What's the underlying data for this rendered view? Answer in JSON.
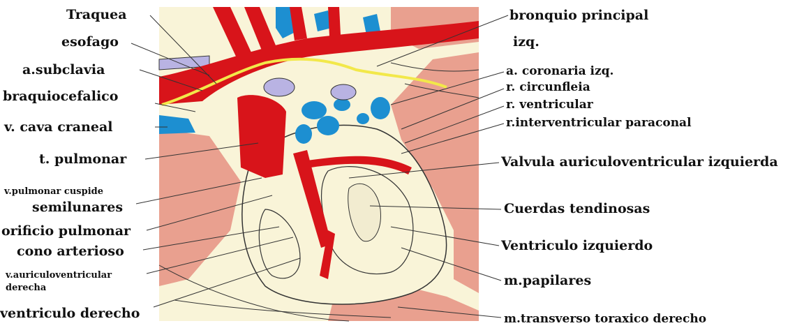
{
  "colors": {
    "artery": "#d8141a",
    "vein": "#1d8fd1",
    "nerve": "#f2e84a",
    "valve": "#b9b3e3",
    "muscle": "#e9a08f",
    "pericardium": "#f9f4d8",
    "line": "#333333"
  },
  "labels_left": {
    "traquea": "Traquea",
    "esofago": "esofago",
    "subclavia": "a.subclavia",
    "braquiocefalico": "braquiocefalico",
    "cava": "v. cava craneal",
    "pulmonar": "t. pulmonar",
    "cuspide": "v.pulmonar cuspide",
    "semilunares": "semilunares",
    "orificio": "orificio pulmonar",
    "cono": "cono arterioso",
    "av_derecha_1": "v.auriculoventricular",
    "av_derecha_2": "derecha",
    "ventriculo_derecho": "ventriculo derecho"
  },
  "labels_right": {
    "bronquio_1": "bronquio principal",
    "bronquio_2": "izq.",
    "coronaria": "a. coronaria izq.",
    "circunfleja": "r. circunfleia",
    "ventricular": "r. ventricular",
    "interventricular": "r.interventricular paraconal",
    "valvula": "Valvula auriculoventricular izquierda",
    "cuerdas": "Cuerdas tendinosas",
    "ventriculo_izq": "Ventriculo izquierdo",
    "papilares": "m.papilares",
    "transverso": "m.transverso toraxico derecho"
  }
}
